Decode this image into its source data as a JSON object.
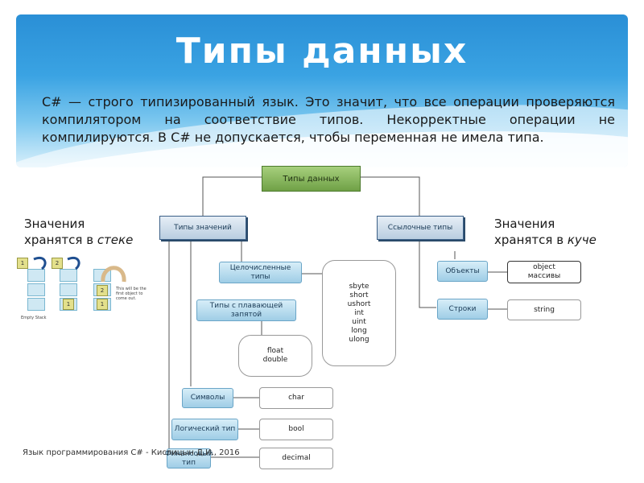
{
  "slide": {
    "title": "Типы данных",
    "body": "C# — строго типизированный язык. Это значит, что все операции проверяются компилятором на соответствие типов. Некорректные операции не компилируются. В C# не допускается, чтобы переменная не имела типа.",
    "left_label_line1": "Значения",
    "left_label_line2_prefix": "хранятся в ",
    "left_label_line2_em": "стеке",
    "right_label_line1": "Значения",
    "right_label_line2_prefix": "хранятся в ",
    "right_label_line2_em": "куче",
    "footer": "Язык программирования C# - Кислицын Д.И., 2016"
  },
  "diagram": {
    "root": "Типы данных",
    "value_types": "Типы значений",
    "reference_types": "Ссылочные типы",
    "integers": "Целочисленные типы",
    "floating": "Типы с плавающей запятой",
    "chars": "Символы",
    "logical": "Логический тип",
    "financial": "Финансовый тип",
    "objects": "Объекты",
    "strings": "Строки",
    "integer_list": [
      "sbyte",
      "short",
      "ushort",
      "int",
      "uint",
      "long",
      "ulong"
    ],
    "float_list": [
      "float",
      "double"
    ],
    "char_value": "char",
    "bool_value": "bool",
    "decimal_value": "decimal",
    "object_values": [
      "object",
      "массивы"
    ],
    "string_value": "string"
  },
  "stack_illustration": {
    "empty_label": "Empty Stack",
    "note": "This will be the first object to come out.",
    "numbers": [
      "1",
      "2",
      "1",
      "2",
      "1"
    ]
  },
  "colors": {
    "header_blue": "#2a8fd6",
    "box_blue": "#9fcde6",
    "root_green": "#6fa046"
  }
}
